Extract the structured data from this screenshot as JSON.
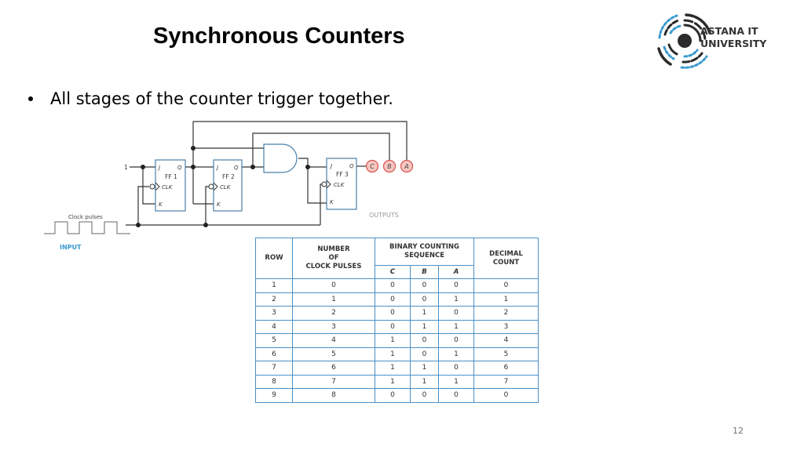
{
  "slide": {
    "title": "Synchronous Counters",
    "bullets": [
      "All stages of the counter trigger together."
    ],
    "page_number": "12"
  },
  "logo": {
    "line1": "ASTANA IT",
    "line2": "UNIVERSITY",
    "colors": {
      "dark": "#2b2b2b",
      "accent": "#3a9ad0"
    }
  },
  "circuit": {
    "input_one": "1",
    "clock_label": "Clock pulses",
    "input_label": "INPUT",
    "outputs_label": "OUTPUTS",
    "flip_flops": [
      {
        "name": "FF 1",
        "j": "J",
        "q": "Q",
        "clk": "CLK",
        "k": "K"
      },
      {
        "name": "FF 2",
        "j": "J",
        "q": "Q",
        "clk": "CLK",
        "k": "K"
      },
      {
        "name": "FF 3",
        "j": "J",
        "q": "Q",
        "clk": "CLK",
        "k": "K"
      }
    ],
    "outputs": [
      "C",
      "B",
      "A"
    ],
    "colors": {
      "wire": "#333333",
      "ff_border": "#4a7fa8",
      "output_fill": "#f7c6c0",
      "output_stroke": "#d9534f",
      "input_label": "#3a9ad0"
    }
  },
  "table": {
    "headers": {
      "row": "ROW",
      "pulses": [
        "NUMBER",
        "OF",
        "CLOCK PULSES"
      ],
      "binary": [
        "BINARY COUNTING",
        "SEQUENCE"
      ],
      "decimal": [
        "DECIMAL",
        "COUNT"
      ],
      "bits": [
        "C",
        "B",
        "A"
      ]
    },
    "rows": [
      [
        "1",
        "0",
        "0",
        "0",
        "0",
        "0"
      ],
      [
        "2",
        "1",
        "0",
        "0",
        "1",
        "1"
      ],
      [
        "3",
        "2",
        "0",
        "1",
        "0",
        "2"
      ],
      [
        "4",
        "3",
        "0",
        "1",
        "1",
        "3"
      ],
      [
        "5",
        "4",
        "1",
        "0",
        "0",
        "4"
      ],
      [
        "6",
        "5",
        "1",
        "0",
        "1",
        "5"
      ],
      [
        "7",
        "6",
        "1",
        "1",
        "0",
        "6"
      ],
      [
        "8",
        "7",
        "1",
        "1",
        "1",
        "7"
      ],
      [
        "9",
        "8",
        "0",
        "0",
        "0",
        "0"
      ]
    ]
  }
}
